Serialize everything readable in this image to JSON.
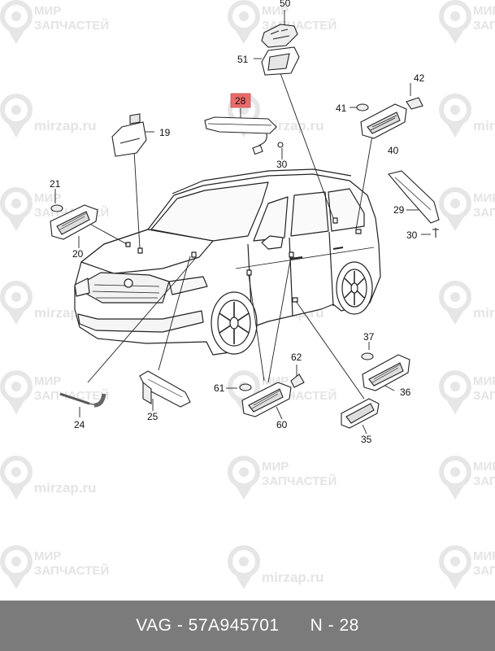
{
  "watermark": {
    "line1": "МИР",
    "line2": "ЗАПЧАСТЕЙ",
    "domain": "mirzap.ru"
  },
  "callouts": [
    {
      "id": "50",
      "label": "50"
    },
    {
      "id": "51",
      "label": "51"
    },
    {
      "id": "28",
      "label": "28",
      "highlight": true
    },
    {
      "id": "42",
      "label": "42"
    },
    {
      "id": "41",
      "label": "41"
    },
    {
      "id": "19",
      "label": "19"
    },
    {
      "id": "40",
      "label": "40"
    },
    {
      "id": "30a",
      "label": "30"
    },
    {
      "id": "21",
      "label": "21"
    },
    {
      "id": "29",
      "label": "29"
    },
    {
      "id": "20",
      "label": "20"
    },
    {
      "id": "30b",
      "label": "30"
    },
    {
      "id": "37",
      "label": "37"
    },
    {
      "id": "62",
      "label": "62"
    },
    {
      "id": "61",
      "label": "61"
    },
    {
      "id": "36",
      "label": "36"
    },
    {
      "id": "24",
      "label": "24"
    },
    {
      "id": "25",
      "label": "25"
    },
    {
      "id": "60",
      "label": "60"
    },
    {
      "id": "35",
      "label": "35"
    }
  ],
  "highlight_color": "#e96a6a",
  "footer": {
    "brand": "VAG",
    "part_number": "57A945701",
    "position": "N - 28"
  }
}
